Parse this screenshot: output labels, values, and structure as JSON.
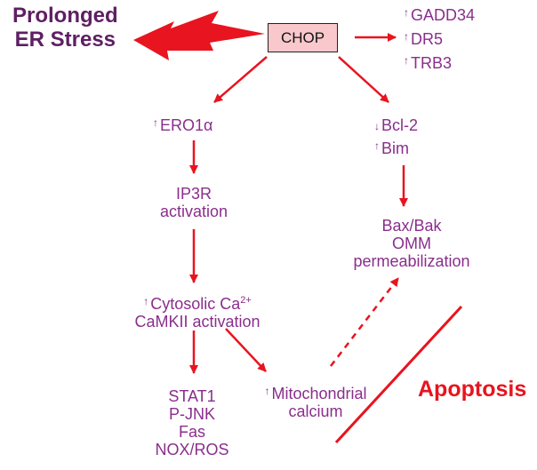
{
  "stress_title": [
    "Prolonged",
    "ER Stress"
  ],
  "chop": "CHOP",
  "chop_targets": [
    "GADD34",
    "DR5",
    "TRB3"
  ],
  "ero1": "ERO1α",
  "ip3r": [
    "IP3R",
    "activation"
  ],
  "cytosolic": {
    "prefix": "Cytosolic Ca",
    "sup": "2+",
    "line2": "CaMKII activation"
  },
  "downstream": [
    "STAT1",
    "P-JNK",
    "Fas",
    "NOX/ROS"
  ],
  "mito": [
    "Mitochondrial",
    "calcium"
  ],
  "bcl": {
    "down": "Bcl-2",
    "up": "Bim"
  },
  "bax": [
    "Bax/Bak",
    "OMM",
    "permeabilization"
  ],
  "apoptosis": "Apoptosis",
  "colors": {
    "arrow": "#e8141f",
    "label": "#8a2e8c",
    "title": "#5e1f63",
    "box": "#f9c8cc"
  }
}
